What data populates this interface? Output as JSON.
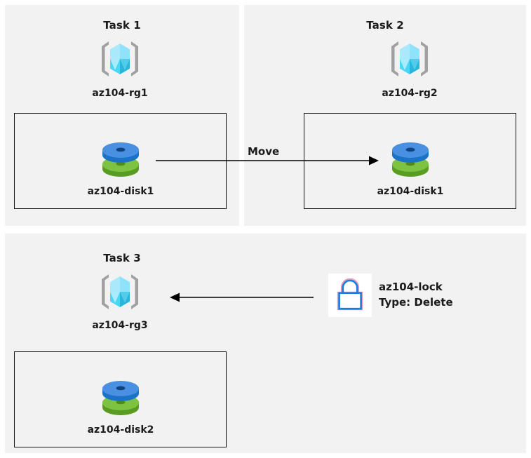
{
  "diagram": {
    "background": "#ffffff",
    "panel_bg": "#f2f2f2",
    "box_border": "#141414",
    "text_color": "#1b1b1b",
    "arrow_color": "#000000",
    "rg_icon_colors": {
      "bracket": "#a0a0a0",
      "cube_light": "#9ee7fb",
      "cube_mid": "#3fd2f5",
      "cube_dark": "#2bb7d9",
      "cube_pale": "#c7f1fd"
    },
    "disk_icon_colors": {
      "blue_top": "#4a90e2",
      "blue_side": "#1a73c7",
      "blue_hole": "#0f4f8f",
      "green_top": "#7ec242",
      "green_side": "#5a9b22",
      "green_hole": "#3f7a13"
    },
    "lock_icon_colors": {
      "tile_bg": "#ffffff",
      "outline": "#0f7fe0",
      "fringe": "#e89ab5"
    }
  },
  "panels": [
    {
      "id": "task1",
      "title": "Task 1",
      "resource_group": {
        "icon": "resource-group-icon",
        "label": "az104-rg1"
      },
      "resource": {
        "icon": "managed-disk-icon",
        "label": "az104-disk1"
      }
    },
    {
      "id": "task2",
      "title": "Task 2",
      "resource_group": {
        "icon": "resource-group-icon",
        "label": "az104-rg2"
      },
      "resource": {
        "icon": "managed-disk-icon",
        "label": "az104-disk1"
      }
    },
    {
      "id": "task3",
      "title": "Task 3",
      "resource_group": {
        "icon": "resource-group-icon",
        "label": "az104-rg3"
      },
      "resource": {
        "icon": "managed-disk-icon",
        "label": "az104-disk2"
      }
    }
  ],
  "connectors": [
    {
      "id": "move-arrow",
      "label": "Move",
      "direction": "right",
      "from": "az104-disk1 (az104-rg1)",
      "to": "az104-disk1 (az104-rg2)"
    },
    {
      "id": "lock-arrow",
      "label": "",
      "direction": "left",
      "from": "az104-lock",
      "to": "az104-rg3"
    }
  ],
  "lock": {
    "icon": "lock-icon",
    "name": "az104-lock",
    "type_line": "Type: Delete"
  }
}
